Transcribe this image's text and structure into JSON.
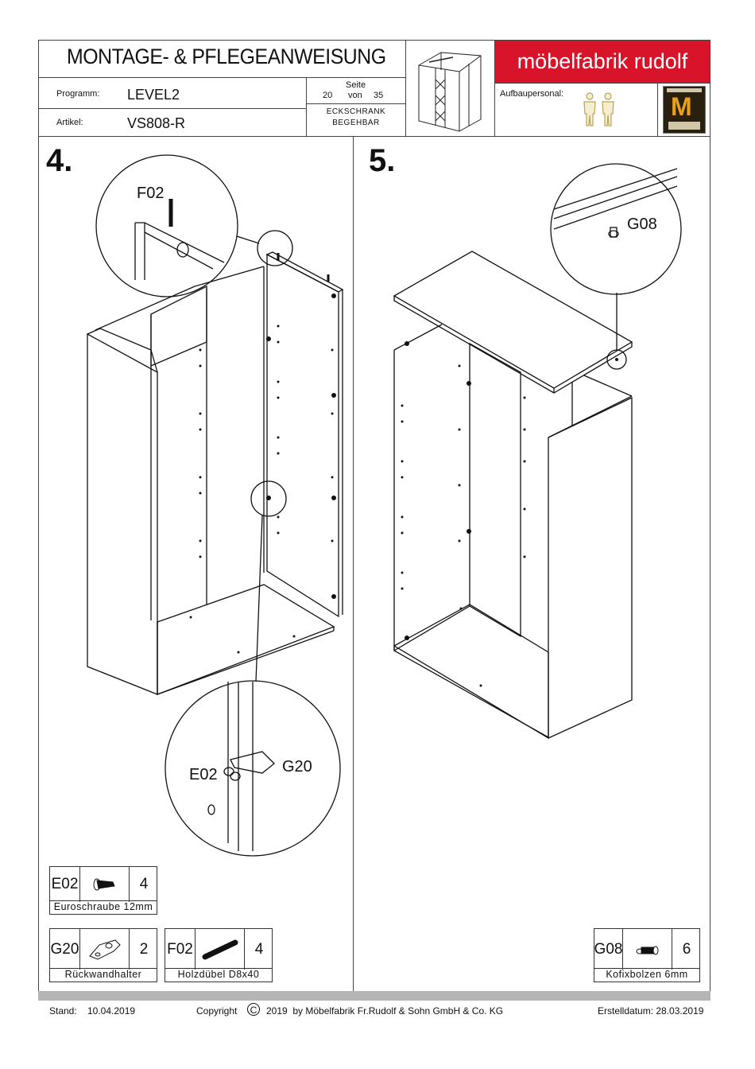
{
  "header": {
    "title": "MONTAGE- & PFLEGEANWEISUNG",
    "programm_label": "Programm:",
    "programm_value": "LEVEL2",
    "artikel_label": "Artikel:",
    "artikel_value": "VS808-R",
    "seite_label": "Seite",
    "page_current": "20",
    "page_of": "von",
    "page_total": "35",
    "product_line1": "ECKSCHRANK",
    "product_line2": "BEGEHBAR",
    "brand": "möbelfabrik rudolf",
    "aufbau_label": "Aufbaupersonal:"
  },
  "steps": [
    {
      "number": "4.",
      "callouts": [
        "F02",
        "E02",
        "G20"
      ]
    },
    {
      "number": "5.",
      "callouts": [
        "G08"
      ]
    }
  ],
  "parts": [
    {
      "code": "E02",
      "count": "4",
      "name": "Euroschraube 12mm"
    },
    {
      "code": "G20",
      "count": "2",
      "name": "Rückwandhalter"
    },
    {
      "code": "F02",
      "count": "4",
      "name": "Holzdübel D8x40"
    },
    {
      "code": "G08",
      "count": "6",
      "name": "Kofixbolzen 6mm"
    }
  ],
  "footer": {
    "stand_label": "Stand:",
    "stand_date": "10.04.2019",
    "copyright_prefix": "Copyright",
    "copyright_symbol": "C",
    "copyright_text": "2019  by Möbelfabrik Fr.Rudolf & Sohn GmbH & Co. KG",
    "erstell": "Erstelldatum: 28.03.2019"
  },
  "colors": {
    "brand": "#d8142a",
    "figure": "#d9c98a",
    "bar": "#b5b5b5"
  },
  "icons": [
    "assembler-figure-icon",
    "quality-seal-icon",
    "cabinet-overview-icon"
  ]
}
